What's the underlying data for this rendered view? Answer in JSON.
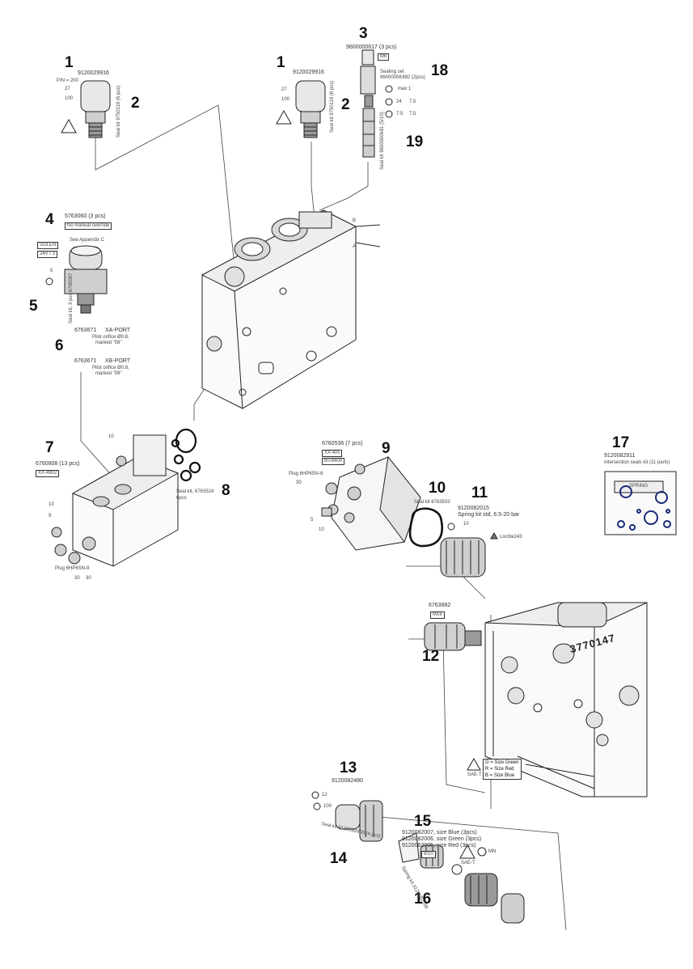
{
  "callouts": [
    {
      "id": "c1a",
      "label": "1"
    },
    {
      "id": "c2a",
      "label": "2"
    },
    {
      "id": "c1b",
      "label": "1"
    },
    {
      "id": "c2b",
      "label": "2"
    },
    {
      "id": "c3",
      "label": "3"
    },
    {
      "id": "c18",
      "label": "18"
    },
    {
      "id": "c19",
      "label": "19"
    },
    {
      "id": "c4",
      "label": "4"
    },
    {
      "id": "c5",
      "label": "5"
    },
    {
      "id": "c6",
      "label": "6"
    },
    {
      "id": "c7",
      "label": "7"
    },
    {
      "id": "c8",
      "label": "8"
    },
    {
      "id": "c9",
      "label": "9"
    },
    {
      "id": "c10",
      "label": "10"
    },
    {
      "id": "c11",
      "label": "11"
    },
    {
      "id": "c12",
      "label": "12"
    },
    {
      "id": "c13",
      "label": "13"
    },
    {
      "id": "c14",
      "label": "14"
    },
    {
      "id": "c15",
      "label": "15"
    },
    {
      "id": "c16",
      "label": "16"
    },
    {
      "id": "c17",
      "label": "17"
    }
  ],
  "parts": {
    "relief_left_pn": "9120029916",
    "relief_left_pressure": "P/N = 200",
    "relief_left_t1": "27",
    "relief_left_t2": "100",
    "relief_left_seal": "Seal kit 9750119 (6 pcs)",
    "relief_right_pn": "9120029916",
    "relief_right_t1": "27",
    "relief_right_t2": "100",
    "relief_right_seal": "Seal kit 9750119 (6 pcs)",
    "spool_pn": "9600000617 (3 pcs)",
    "spool_m_box": "M6",
    "sealing_set": "Sealing set",
    "sealing_set_pn": "9600000K882 (2pcs)",
    "spool_t_max": "max 1",
    "spool_t1": "24",
    "spool_t1_unit": "7.5",
    "spool_t2": "7.5",
    "spool_t2_unit": "7.5",
    "spool_seal": "Seal kit 9600000k81 (5/10)",
    "port_ab": "B",
    "port_a": "A",
    "solenoid_pn": "5763060 (3 pcs)",
    "solenoid_box": "No manual override",
    "solenoid_appendix": "See Appendix C",
    "solenoid_box2": "SOLEN",
    "solenoid_box3": "24V / 3",
    "solenoid_t": "5",
    "solenoid_seal": "Seal kit, 3 pcs 6700067",
    "plug_a_pn": "6763671",
    "plug_a_port": "XA-PORT",
    "plug_a_desc1": "Pilot orifice Ø0.8,",
    "plug_a_desc2": "marked \"08\"",
    "plug_b_pn": "6763671",
    "plug_b_port": "XB-PORT",
    "plug_b_desc1": "Pilot orifice Ø0.8,",
    "plug_b_desc2": "marked \"08\"",
    "cover_pn": "6760808 (13 pcs)",
    "cover_box": "XX-4902",
    "cover_t1": "10",
    "cover_t2": "10",
    "cover_t3": "9",
    "cover_plug": "Plug 6HP6SN-8",
    "cover_plug_t": "30",
    "cover_plug_t_unit": "30",
    "seal_kit_8": "Seal kit, 6763524",
    "seal_kit_8b": "6pcs",
    "end_pn": "6760536 (7 pcs)",
    "end_box1": "XX-4/A",
    "end_box2": "80-8409",
    "end_plug": "Plug 6HP6SN-8",
    "end_plug_t": "30",
    "end_t1": "5",
    "end_t2": "10",
    "seal_kit_10": "Seal kit 6763533",
    "spring_pn": "9120082015",
    "spring_desc": "Spring kit std, 6.5-20 bar",
    "spring_t": "10",
    "loctite": "Loctite243",
    "valve12_pn": "6763882",
    "valve12_box": "M16",
    "block_stamp": "3770147",
    "warn_rows": [
      "G = Size Green",
      "R = Size Red",
      "B = Size Blue"
    ],
    "warn_label": "SAE-T",
    "pc13_pn": "9120082480",
    "pc13_t1": "12",
    "pc13_t2": "100",
    "pc13_seal": "Seal kit 9120082650 (4 pcs)",
    "kit15_line1": "9120082007, size Blue (3pcs)",
    "kit15_line2": "9120082006, size Green (3pcs)",
    "kit15_line3": "9120082005, size Red (3pcs)",
    "kit15_box": "8/10",
    "kit15_mn": "MN",
    "kit15_label": "SAE-T",
    "kit16_spring": "Spring kit 9120082106",
    "kit17_pn": "9120082911",
    "kit17_desc": "Intersection seals kit (11 parts)",
    "kit17_label": "SPRING"
  },
  "colors": {
    "line": "#222222",
    "shade": "#9a9a9a",
    "light": "#e8e8e8",
    "mid": "#cfcfcf"
  }
}
